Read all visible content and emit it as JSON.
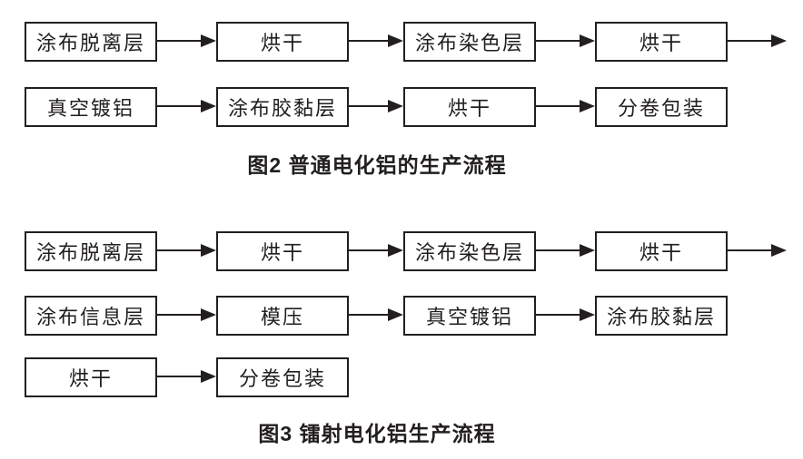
{
  "page": {
    "background_color": "#ffffff",
    "line_color": "#231f20",
    "text_color": "#221e1f"
  },
  "figures": [
    {
      "id": "figure-2",
      "caption": "图2 普通电化铝的生产流程",
      "rows": [
        {
          "cells": [
            "涂布脱离层",
            "烘干",
            "涂布染色层",
            "烘干"
          ],
          "continues": true
        },
        {
          "cells": [
            "真空镀铝",
            "涂布胶黏层",
            "烘干",
            "分卷包装"
          ],
          "continues": false
        }
      ]
    },
    {
      "id": "figure-3",
      "caption": "图3 镭射电化铝生产流程",
      "rows": [
        {
          "cells": [
            "涂布脱离层",
            "烘干",
            "涂布染色层",
            "烘干"
          ],
          "continues": true
        },
        {
          "cells": [
            "涂布信息层",
            "模压",
            "真空镀铝",
            "涂布胶黏层"
          ],
          "continues": false
        },
        {
          "cells": [
            "烘干",
            "分卷包装"
          ],
          "continues": false
        }
      ]
    }
  ]
}
